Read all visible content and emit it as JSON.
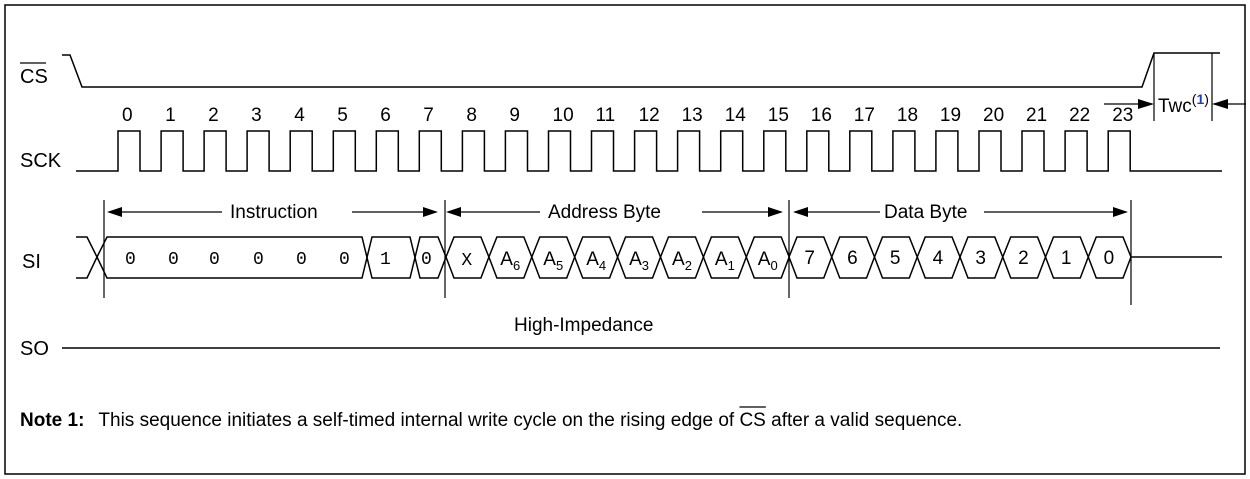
{
  "signals": {
    "cs": "CS",
    "sck": "SCK",
    "si": "SI",
    "so": "SO"
  },
  "clock_numbers": [
    "0",
    "1",
    "2",
    "3",
    "4",
    "5",
    "6",
    "7",
    "8",
    "9",
    "10",
    "11",
    "12",
    "13",
    "14",
    "15",
    "16",
    "17",
    "18",
    "19",
    "20",
    "21",
    "22",
    "23"
  ],
  "spans": {
    "instruction": "Instruction",
    "address": "Address Byte",
    "data": "Data Byte"
  },
  "instruction_bits": [
    "0",
    "0",
    "0",
    "0",
    "0",
    "0",
    "1",
    "0"
  ],
  "address_bits": [
    {
      "text": "X",
      "sub": ""
    },
    {
      "text": "A",
      "sub": "6"
    },
    {
      "text": "A",
      "sub": "5"
    },
    {
      "text": "A",
      "sub": "4"
    },
    {
      "text": "A",
      "sub": "3"
    },
    {
      "text": "A",
      "sub": "2"
    },
    {
      "text": "A",
      "sub": "1"
    },
    {
      "text": "A",
      "sub": "0"
    }
  ],
  "data_bits": [
    "7",
    "6",
    "5",
    "4",
    "3",
    "2",
    "1",
    "0"
  ],
  "so_state": "High-Impedance",
  "twc": {
    "label": "Twc",
    "ref": "1"
  },
  "note": {
    "label": "Note 1:",
    "text_before": "This sequence initiates a self-timed internal write cycle on the rising edge of ",
    "cs": "CS",
    "text_after": " after a valid sequence."
  }
}
